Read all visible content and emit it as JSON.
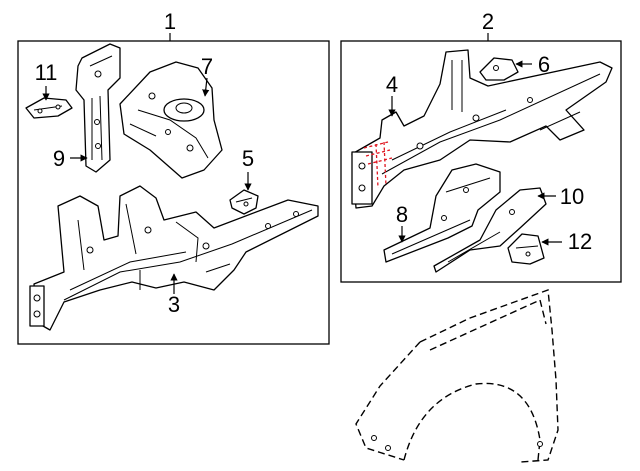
{
  "diagram": {
    "title": "",
    "groups": [
      {
        "id": "assembly-1",
        "callout": "1"
      },
      {
        "id": "assembly-2",
        "callout": "2"
      }
    ],
    "callouts": [
      {
        "part": "11",
        "label": "11"
      },
      {
        "part": "7",
        "label": "7"
      },
      {
        "part": "9",
        "label": "9"
      },
      {
        "part": "5",
        "label": "5"
      },
      {
        "part": "3",
        "label": "3"
      },
      {
        "part": "4",
        "label": "4"
      },
      {
        "part": "6",
        "label": "6"
      },
      {
        "part": "8",
        "label": "8"
      },
      {
        "part": "10",
        "label": "10"
      },
      {
        "part": "12",
        "label": "12"
      }
    ],
    "colors": {
      "line": "#000000",
      "highlight": "#e0141e",
      "background": "#ffffff"
    }
  }
}
